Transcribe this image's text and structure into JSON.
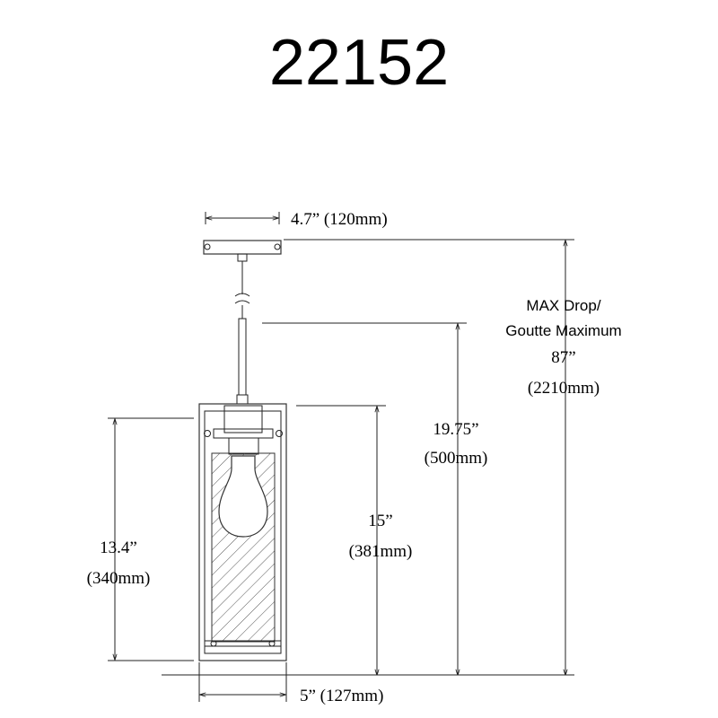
{
  "model_number": "22152",
  "dimensions": {
    "canopy_width": "4.7” (120mm)",
    "max_drop_line1": "MAX Drop/",
    "max_drop_line2": "Goutte Maximum",
    "max_drop_in": "87”",
    "max_drop_mm": "(2210mm)",
    "overall_in": "19.75”",
    "overall_mm": "(500mm)",
    "body_in": "15”",
    "body_mm": "(381mm)",
    "glass_in": "13.4”",
    "glass_mm": "(340mm)",
    "body_width": "5” (127mm)"
  },
  "colors": {
    "line": "#222222",
    "hatch": "#555555"
  }
}
